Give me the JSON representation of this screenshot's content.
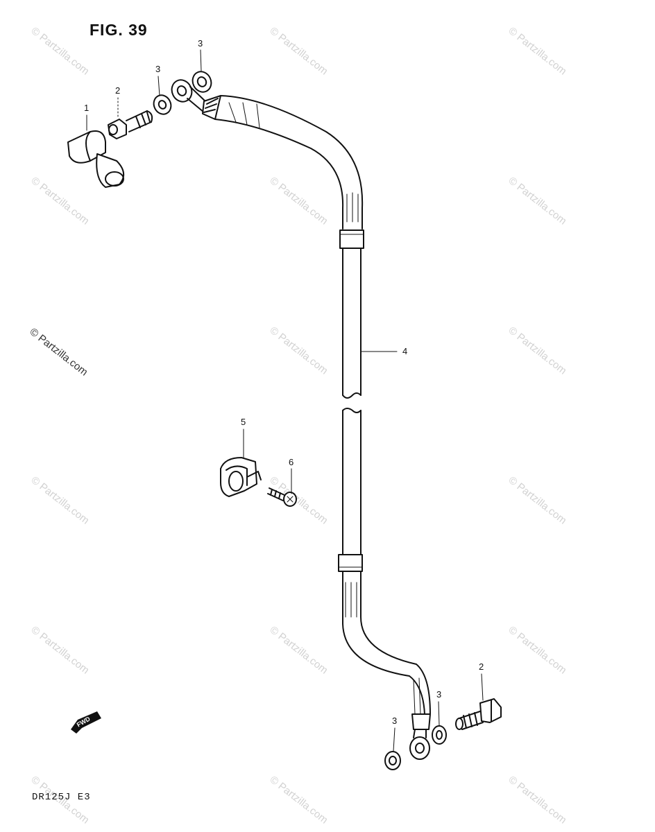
{
  "figure": {
    "title": "FIG. 39",
    "model": "DR125J  E3"
  },
  "callouts": {
    "c1": "1",
    "c2a": "2",
    "c3a": "3",
    "c3b": "3",
    "c4": "4",
    "c5": "5",
    "c6": "6",
    "c2b": "2",
    "c3c": "3",
    "c3d": "3"
  },
  "watermark": {
    "text": "© Partzilla.com"
  },
  "fwd": {
    "label": "FWD"
  }
}
